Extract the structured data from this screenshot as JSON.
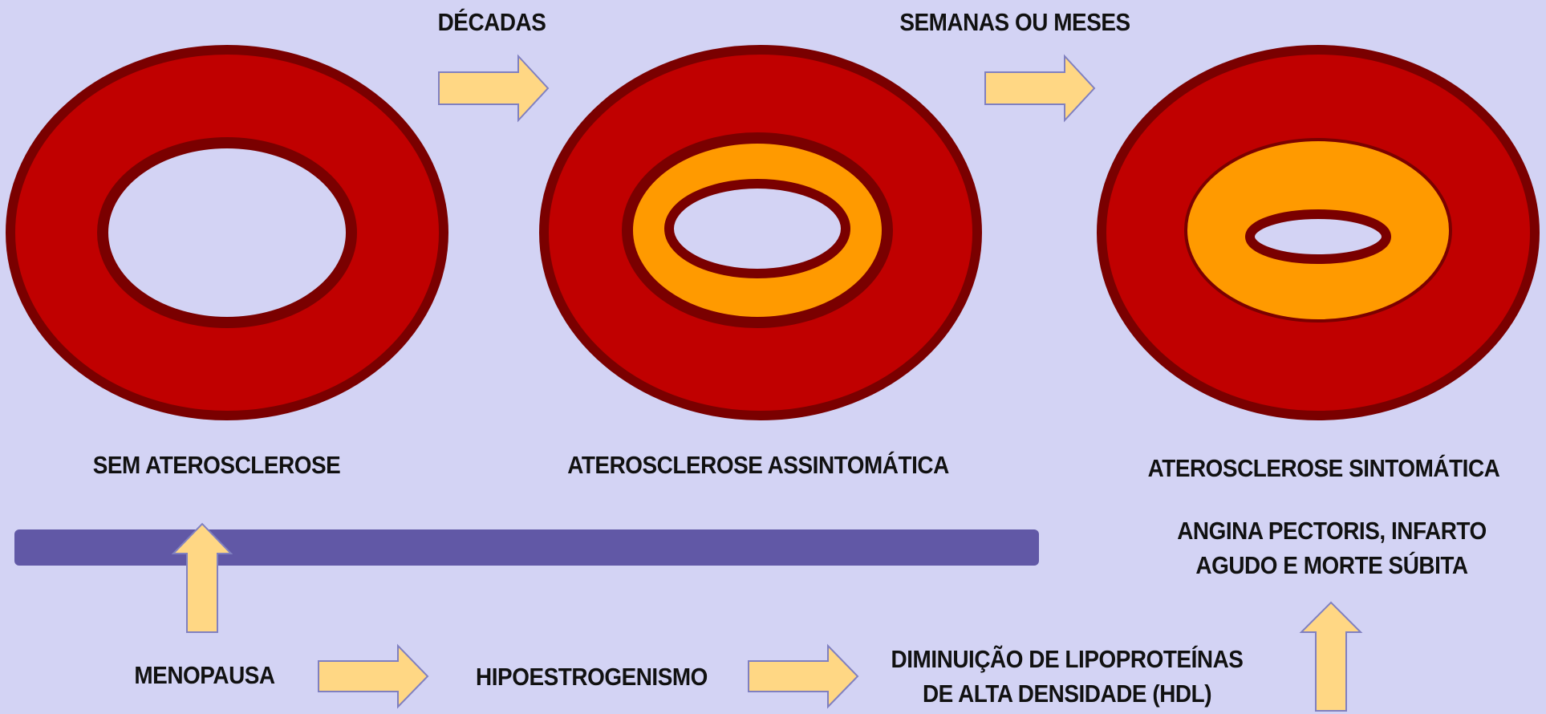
{
  "stages": [
    {
      "label": "SEM ATEROSCLEROSE"
    },
    {
      "label": "ATEROSCLEROSE ASSINTOMÁTICA"
    },
    {
      "label": "ATEROSCLEROSE SINTOMÁTICA"
    }
  ],
  "transitions": [
    {
      "label": "DÉCADAS"
    },
    {
      "label": "SEMANAS OU MESES"
    }
  ],
  "consequences": {
    "line1": "ANGINA PECTORIS, INFARTO",
    "line2": "AGUDO E MORTE SÚBITA"
  },
  "causes": {
    "step1": "MENOPAUSA",
    "step2": "HIPOESTROGENISMO",
    "step3_line1": "DIMINUIÇÃO DE LIPOPROTEÍNAS",
    "step3_line2": "DE ALTA DENSIDADE (HDL)"
  },
  "colors": {
    "background": "#d3d3f4",
    "vessel_wall": "#c00000",
    "vessel_outline": "#7a0000",
    "plaque": "#ff9a00",
    "arrow_fill": "#ffd784",
    "arrow_stroke": "#8080c0",
    "timeline_bar": "#6158a6"
  }
}
